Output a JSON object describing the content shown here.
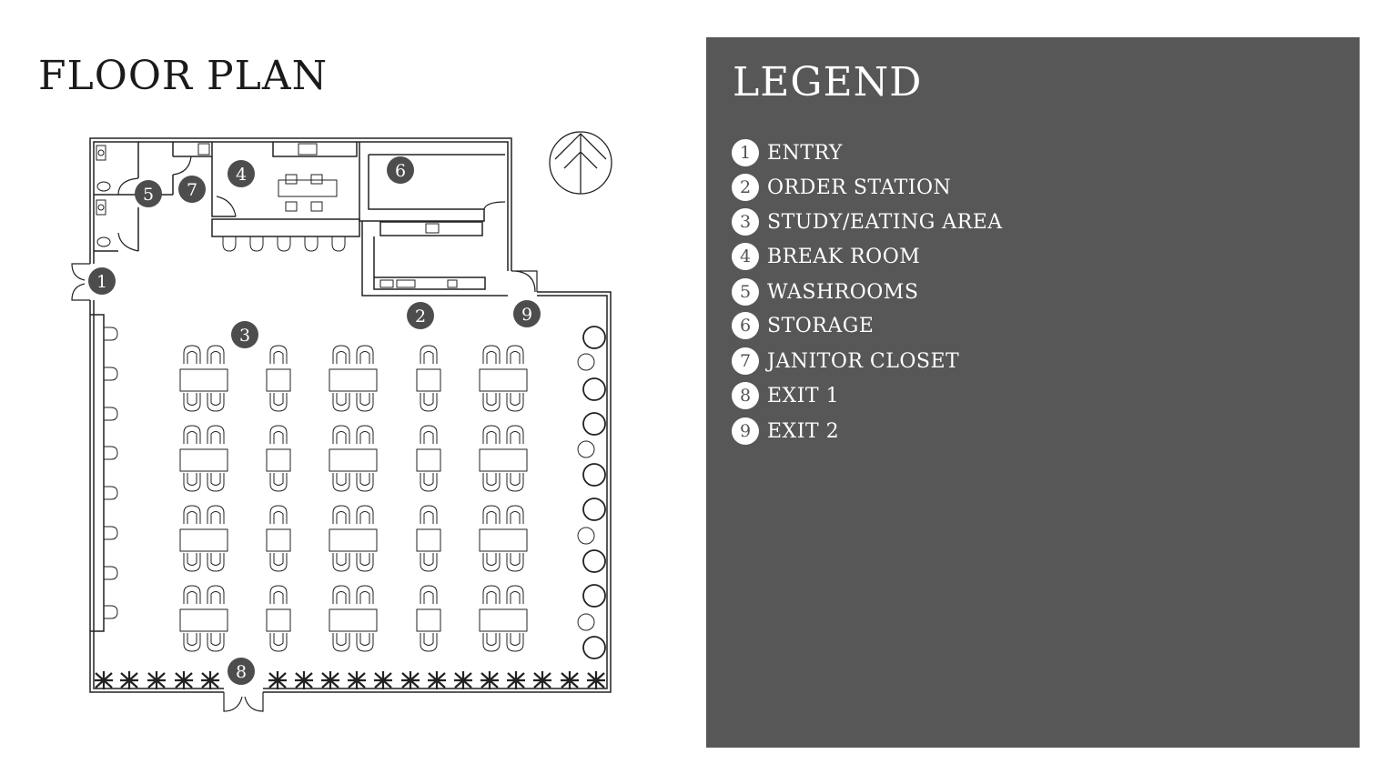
{
  "page": {
    "title": "FLOOR PLAN"
  },
  "legend": {
    "title": "LEGEND",
    "items": [
      {
        "num": "1",
        "label": "ENTRY"
      },
      {
        "num": "2",
        "label": "ORDER STATION"
      },
      {
        "num": "3",
        "label": "STUDY/EATING AREA"
      },
      {
        "num": "4",
        "label": "BREAK ROOM"
      },
      {
        "num": "5",
        "label": "WASHROOMS"
      },
      {
        "num": "6",
        "label": "STORAGE"
      },
      {
        "num": "7",
        "label": "JANITOR CLOSET"
      },
      {
        "num": "8",
        "label": "EXIT 1"
      },
      {
        "num": "9",
        "label": "EXIT 2"
      }
    ]
  },
  "markers": [
    "1",
    "2",
    "3",
    "4",
    "5",
    "6",
    "7",
    "8",
    "9"
  ],
  "icons": {
    "compass": "north-arrow-icon",
    "plant": "plant-icon"
  },
  "colors": {
    "panel": "#575757",
    "marker": "#4d4d4d",
    "line": "#222222"
  }
}
